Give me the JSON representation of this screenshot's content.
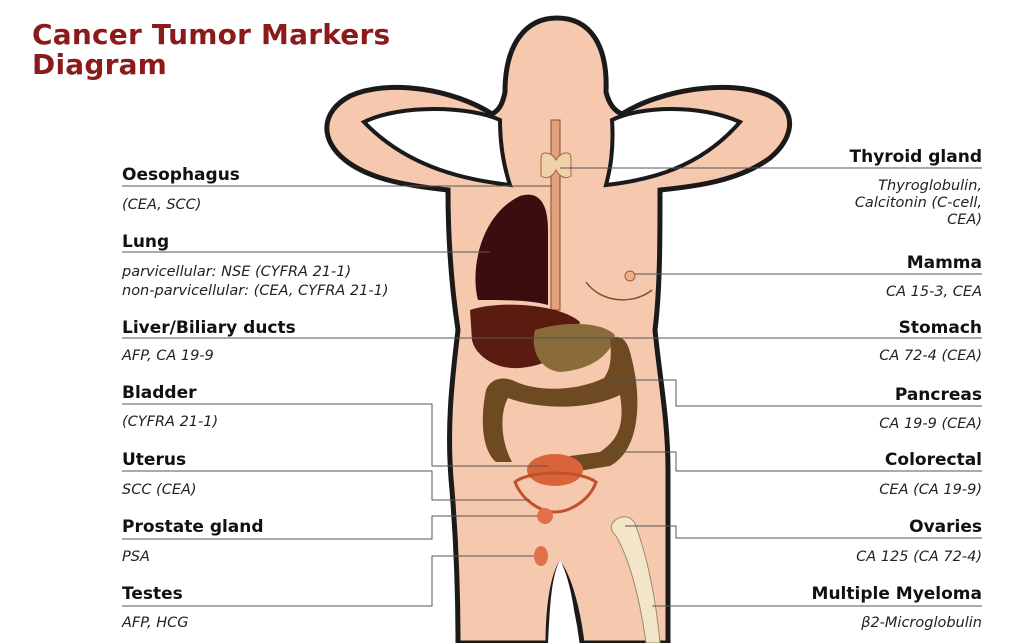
{
  "title_line1": "Cancer Tumor Markers",
  "title_line2": "Diagram",
  "markers_left": [
    {
      "name": "Oesophagus",
      "markers": [
        "(CEA, SCC)"
      ]
    },
    {
      "name": "Lung",
      "markers": [
        "parvicellular: NSE (CYFRA 21-1)",
        "non-parvicellular: (CEA, CYFRA 21-1)"
      ]
    },
    {
      "name": "Liver/Biliary ducts",
      "markers": [
        "AFP, CA 19-9"
      ]
    },
    {
      "name": "Bladder",
      "markers": [
        "(CYFRA 21-1)"
      ]
    },
    {
      "name": "Uterus",
      "markers": [
        "SCC (CEA)"
      ]
    },
    {
      "name": "Prostate gland",
      "markers": [
        "PSA"
      ]
    },
    {
      "name": "Testes",
      "markers": [
        "AFP, HCG"
      ]
    }
  ],
  "markers_right": [
    {
      "name": "Thyroid gland",
      "markers": [
        "Thyroglobulin,",
        "Calcitonin (C-cell,",
        "CEA)"
      ]
    },
    {
      "name": "Mamma",
      "markers": [
        "CA 15-3, CEA"
      ]
    },
    {
      "name": "Stomach",
      "markers": [
        "CA 72-4 (CEA)"
      ]
    },
    {
      "name": "Pancreas",
      "markers": [
        "CA 19-9 (CEA)"
      ]
    },
    {
      "name": "Colorectal",
      "markers": [
        "CEA (CA 19-9)"
      ]
    },
    {
      "name": "Ovaries",
      "markers": [
        "CA 125 (CA 72-4)"
      ]
    },
    {
      "name": "Multiple Myeloma",
      "markers": [
        "β2-Microglobulin"
      ]
    }
  ],
  "colors": {
    "title": "#8b1a1a",
    "skin": "#f6c9ae",
    "skin_outline": "#1a1a1a",
    "lung": "#3a0e0e",
    "liver": "#5a1c10",
    "intestine": "#6e4a22",
    "stomach": "#8a6b3a",
    "uterus": "#d9643a",
    "bone": "#f3e6c8"
  }
}
